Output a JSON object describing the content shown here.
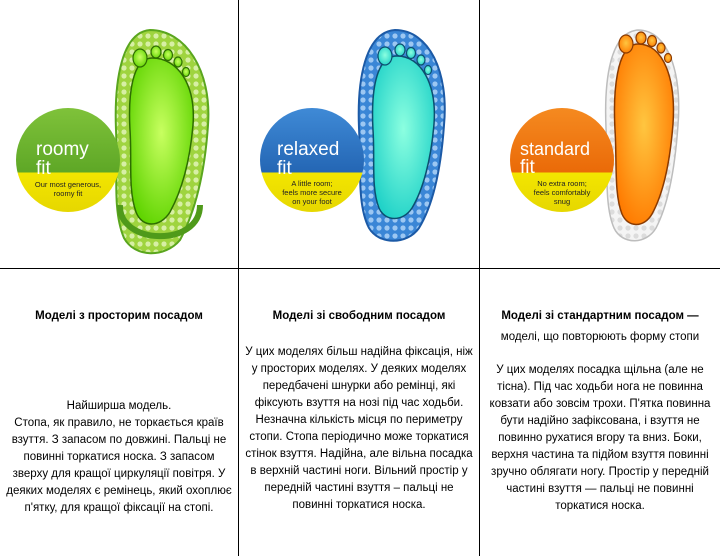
{
  "cards": [
    {
      "badge_title_1": "roomy",
      "badge_title_2": "fit",
      "badge_sub_1": "Our most generous,",
      "badge_sub_2": "roomy fit",
      "heading": "Моделі з просторим посадом",
      "subheading": "",
      "lines": [
        "Найширша модель.",
        "Стопа, як правило, не торкається країв",
        "взуття. З запасом по довжині. Пальці не",
        "повинні торкатися носка. З запасом",
        "зверху для кращої циркуляції повітря. У",
        "деяких моделях є ремінець, який охоплює",
        "п'ятку, для кращої фіксації на стопі."
      ],
      "colors": {
        "badge_top": "#6fb52c",
        "badge_bottom": "#f3e600",
        "foot": "#7cf000",
        "insole": "#a7d94a",
        "insole_dots": "#d8f0a8"
      }
    },
    {
      "badge_title_1": "relaxed",
      "badge_title_2": "fit",
      "badge_sub_1": "A little room;",
      "badge_sub_2": "feels more secure",
      "badge_sub_3": "on your foot",
      "heading": "Моделі зі свободним посадом",
      "subheading": "",
      "lines": [
        "У цих моделях більш надійна фіксація, ніж",
        "у просторих моделях. У деяких моделях",
        "передбачені шнурки або ремінці, які",
        "фіксують взуття на нозі під час ходьби.",
        "Незначна кількість місця по периметру",
        "стопи. Стопа періодично може торкатися",
        "стінок взуття. Надійна, але вільна посадка",
        "в верхній частині ноги. Вільний простір у",
        "передній частині взуття – пальці не",
        "повинні торкатися носка."
      ],
      "colors": {
        "badge_top": "#2f78c8",
        "badge_bottom": "#f3e600",
        "foot": "#3cf0d0",
        "insole": "#3b86d8",
        "insole_dots": "#a6cdf5"
      }
    },
    {
      "badge_title_1": "standard",
      "badge_title_2": "fit",
      "badge_sub_1": "No extra room;",
      "badge_sub_2": "feels comfortably",
      "badge_sub_3": "snug",
      "heading": "Моделі зі стандартним посадом —",
      "subheading": "моделі, що повторюють форму стопи",
      "lines": [
        "У цих моделях посадка щільна (але не",
        "тісна). Під час ходьби нога не повинна",
        "ковзати або зовсім трохи. П'ятка повинна",
        "бути надійно зафіксована, і взуття не",
        "повинно рухатися вгору та вниз. Боки,",
        "верхня частина та підйом взуття повинні",
        "зручно облягати ногу. Простір у передній",
        "частині взуття — пальці не повинні",
        "торкатися носка."
      ],
      "colors": {
        "badge_top": "#f07a12",
        "badge_bottom": "#f3e600",
        "foot": "#ff8a00",
        "insole": "#f3f3f3",
        "insole_dots": "#dedede"
      }
    }
  ]
}
